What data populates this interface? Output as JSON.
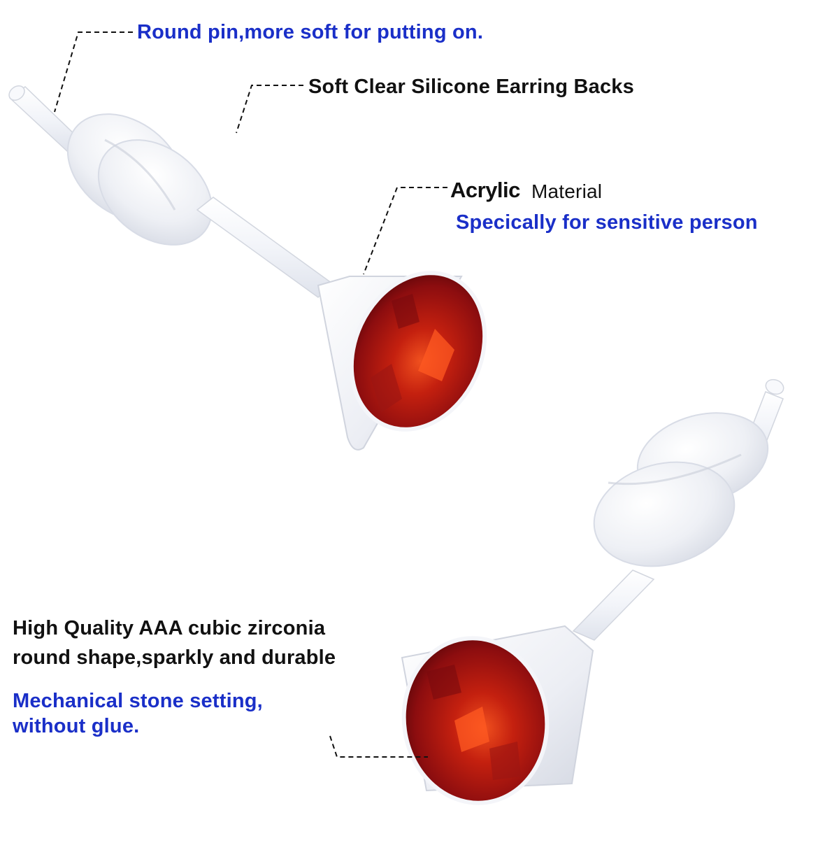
{
  "labels": {
    "round_pin": "Round pin,more soft for putting on.",
    "silicone_backs": "Soft Clear Silicone Earring Backs",
    "acrylic": "Acrylic",
    "material": "Material",
    "sensitive": "Specically for sensitive person",
    "zirconia_line1": "High Quality AAA cubic zirconia",
    "zirconia_line2": "round shape,sparkly and durable",
    "mechanical_line1": "Mechanical stone setting,",
    "mechanical_line2": "without glue."
  },
  "colors": {
    "accent_blue": "#1a2fc8",
    "text_black": "#111111",
    "gem_red": "#a3120f",
    "gem_orange": "#e2401a",
    "silicone_clear": "#eef0f5"
  }
}
